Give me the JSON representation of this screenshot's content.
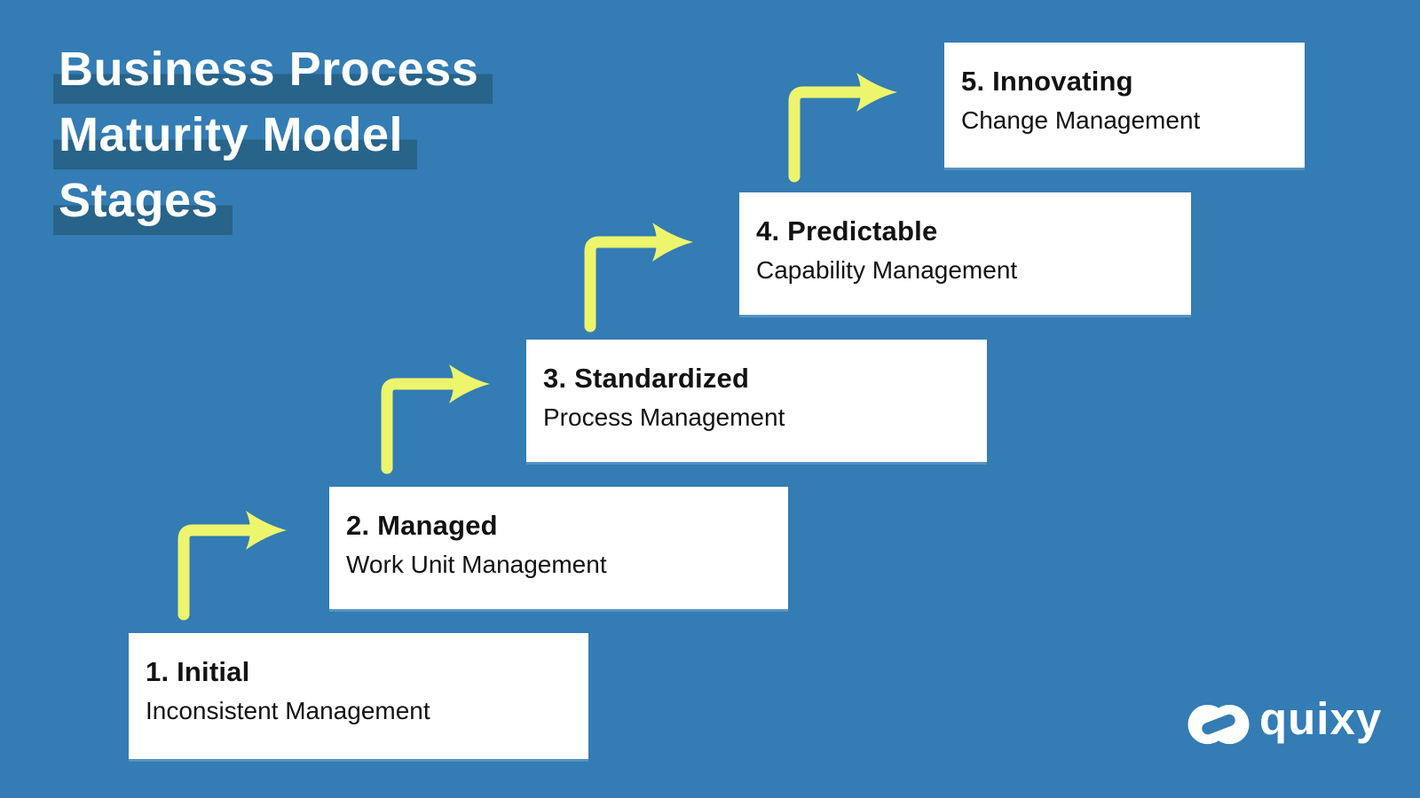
{
  "colors": {
    "background": "#337CB4",
    "title_highlight": "#286389",
    "arrow": "#EDF56D",
    "card_background": "#FFFFFF",
    "card_text": "#121212",
    "title_text": "#FFFFFF",
    "logo_color": "#FFFFFF"
  },
  "title": {
    "lines": [
      "Business Process",
      "Maturity Model",
      "Stages"
    ]
  },
  "stages": [
    {
      "heading": "1. Initial",
      "subtitle": "Inconsistent Management"
    },
    {
      "heading": "2. Managed",
      "subtitle": "Work Unit Management"
    },
    {
      "heading": "3. Standardized",
      "subtitle": "Process Management"
    },
    {
      "heading": "4. Predictable",
      "subtitle": "Capability Management"
    },
    {
      "heading": "5. Innovating",
      "subtitle": "Change Management"
    }
  ],
  "logo": {
    "text": "quixy",
    "icon": "infinity-icon"
  }
}
